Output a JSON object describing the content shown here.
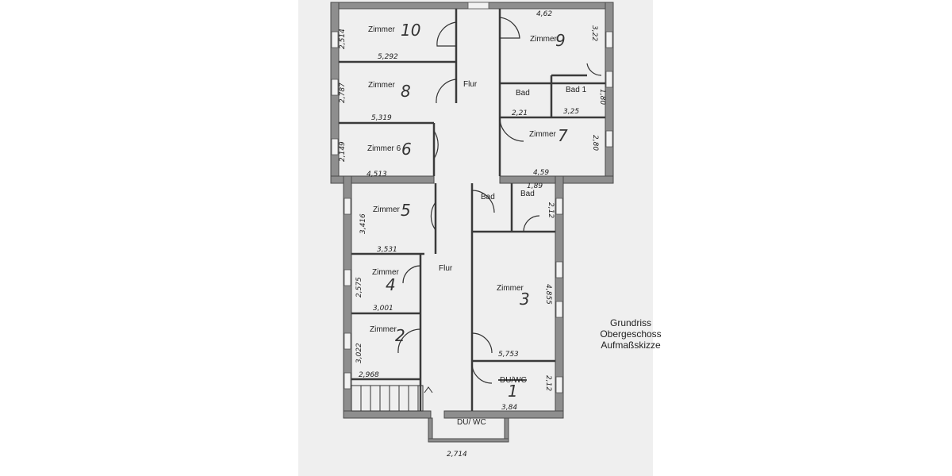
{
  "title_lines": [
    "Grundriss",
    "Obergeschoss",
    "Aufmaßskizze"
  ],
  "rooms": [
    {
      "id": "zimmer-10",
      "label": "Zimmer",
      "number": "10"
    },
    {
      "id": "zimmer-9",
      "label": "Zimmer",
      "number": "9"
    },
    {
      "id": "zimmer-8",
      "label": "Zimmer",
      "number": "8"
    },
    {
      "id": "flur-oben",
      "label": "Flur"
    },
    {
      "id": "bad-oben",
      "label": "Bad"
    },
    {
      "id": "bad-1",
      "label": "Bad 1"
    },
    {
      "id": "zimmer-7",
      "label": "Zimmer",
      "number": "7"
    },
    {
      "id": "zimmer-6",
      "label": "Zimmer 6",
      "number": "6"
    },
    {
      "id": "zimmer-5",
      "label": "Zimmer",
      "number": "5"
    },
    {
      "id": "bad-mitte-1",
      "label": "Bad"
    },
    {
      "id": "bad-mitte-2",
      "label": "Bad"
    },
    {
      "id": "zimmer-4",
      "label": "Zimmer",
      "number": "4"
    },
    {
      "id": "flur-unten",
      "label": "Flur"
    },
    {
      "id": "zimmer-3",
      "label": "Zimmer",
      "number": "3"
    },
    {
      "id": "zimmer-2",
      "label": "Zimmer",
      "number": "2"
    },
    {
      "id": "du-wc",
      "label": "DU/WC",
      "number": "1"
    },
    {
      "id": "du-wc-unten",
      "label": "DU/ WC"
    }
  ],
  "dimensions": [
    "4,62",
    "2,514",
    "5,292",
    "3,22",
    "2,787",
    "1,80",
    "3,25",
    "5,319",
    "2,21",
    "2,149",
    "4,513",
    "4,59",
    "2,80",
    "1,89",
    "3,416",
    "2,12",
    "3,531",
    "2,575",
    "3,001",
    "4,855",
    "3,022",
    "5,753",
    "2,968",
    "2,12",
    "3,84",
    "2,714"
  ]
}
